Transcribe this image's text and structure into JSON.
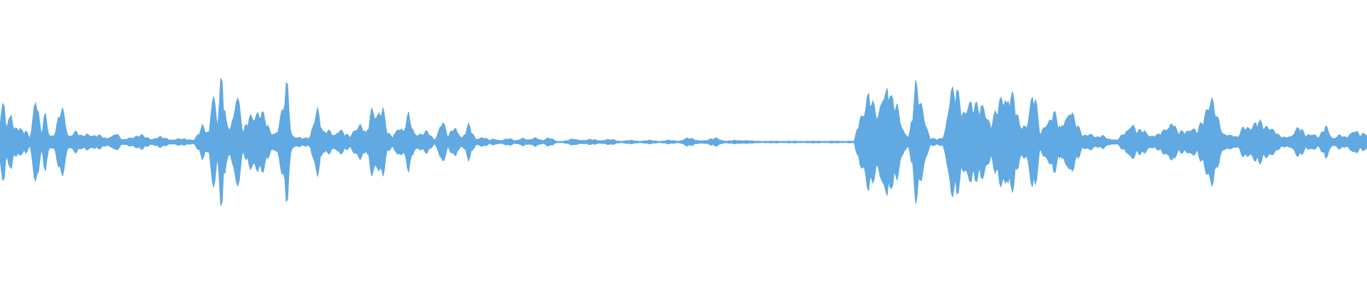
{
  "chart_data": {
    "type": "area",
    "title": "",
    "xlabel": "",
    "ylabel": "",
    "grid": false,
    "legend": "none",
    "x_range": [
      0,
      1
    ],
    "y_range": [
      -1,
      1
    ],
    "series": [
      {
        "color": "#60a9e2",
        "envelope": [
          [
            0.0,
            0.3
          ],
          [
            0.003,
            0.45
          ],
          [
            0.005,
            0.2
          ],
          [
            0.008,
            0.52
          ],
          [
            0.01,
            0.15
          ],
          [
            0.013,
            0.18
          ],
          [
            0.016,
            0.12
          ],
          [
            0.019,
            0.15
          ],
          [
            0.022,
            0.06
          ],
          [
            0.026,
            0.6
          ],
          [
            0.03,
            0.08
          ],
          [
            0.033,
            0.36
          ],
          [
            0.036,
            0.1
          ],
          [
            0.04,
            0.1
          ],
          [
            0.045,
            0.42
          ],
          [
            0.05,
            0.08
          ],
          [
            0.055,
            0.14
          ],
          [
            0.06,
            0.06
          ],
          [
            0.063,
            0.1
          ],
          [
            0.066,
            0.1
          ],
          [
            0.072,
            0.08
          ],
          [
            0.078,
            0.04
          ],
          [
            0.084,
            0.12
          ],
          [
            0.09,
            0.02
          ],
          [
            0.095,
            0.06
          ],
          [
            0.103,
            0.08
          ],
          [
            0.11,
            0.04
          ],
          [
            0.117,
            0.06
          ],
          [
            0.124,
            0.03
          ],
          [
            0.13,
            0.04
          ],
          [
            0.137,
            0.03
          ],
          [
            0.142,
            0.03
          ],
          [
            0.148,
            0.18
          ],
          [
            0.153,
            0.1
          ],
          [
            0.156,
            0.88
          ],
          [
            0.159,
            0.2
          ],
          [
            0.162,
            0.78
          ],
          [
            0.166,
            0.16
          ],
          [
            0.169,
            0.22
          ],
          [
            0.173,
            0.68
          ],
          [
            0.178,
            0.1
          ],
          [
            0.183,
            0.35
          ],
          [
            0.188,
            0.4
          ],
          [
            0.193,
            0.3
          ],
          [
            0.198,
            0.12
          ],
          [
            0.203,
            0.15
          ],
          [
            0.207,
            0.4
          ],
          [
            0.21,
            0.7
          ],
          [
            0.213,
            0.1
          ],
          [
            0.218,
            0.06
          ],
          [
            0.223,
            0.04
          ],
          [
            0.227,
            0.06
          ],
          [
            0.232,
            0.52
          ],
          [
            0.236,
            0.1
          ],
          [
            0.24,
            0.14
          ],
          [
            0.244,
            0.1
          ],
          [
            0.248,
            0.16
          ],
          [
            0.252,
            0.1
          ],
          [
            0.256,
            0.06
          ],
          [
            0.26,
            0.2
          ],
          [
            0.264,
            0.22
          ],
          [
            0.268,
            0.08
          ],
          [
            0.272,
            0.42
          ],
          [
            0.276,
            0.42
          ],
          [
            0.28,
            0.4
          ],
          [
            0.283,
            0.12
          ],
          [
            0.287,
            0.06
          ],
          [
            0.291,
            0.22
          ],
          [
            0.295,
            0.12
          ],
          [
            0.299,
            0.32
          ],
          [
            0.303,
            0.12
          ],
          [
            0.308,
            0.1
          ],
          [
            0.313,
            0.12
          ],
          [
            0.318,
            0.02
          ],
          [
            0.323,
            0.28
          ],
          [
            0.328,
            0.06
          ],
          [
            0.333,
            0.22
          ],
          [
            0.338,
            0.04
          ],
          [
            0.343,
            0.2
          ],
          [
            0.348,
            0.04
          ],
          [
            0.353,
            0.06
          ],
          [
            0.358,
            0.02
          ],
          [
            0.362,
            0.04
          ],
          [
            0.367,
            0.02
          ],
          [
            0.372,
            0.04
          ],
          [
            0.377,
            0.02
          ],
          [
            0.382,
            0.05
          ],
          [
            0.387,
            0.02
          ],
          [
            0.392,
            0.06
          ],
          [
            0.397,
            0.02
          ],
          [
            0.402,
            0.05
          ],
          [
            0.407,
            0.01
          ],
          [
            0.413,
            0.01
          ],
          [
            0.42,
            0.04
          ],
          [
            0.427,
            0.02
          ],
          [
            0.433,
            0.03
          ],
          [
            0.44,
            0.02
          ],
          [
            0.447,
            0.03
          ],
          [
            0.454,
            0.01
          ],
          [
            0.461,
            0.02
          ],
          [
            0.468,
            0.01
          ],
          [
            0.475,
            0.02
          ],
          [
            0.482,
            0.01
          ],
          [
            0.489,
            0.02
          ],
          [
            0.496,
            0.01
          ],
          [
            0.503,
            0.05
          ],
          [
            0.51,
            0.02
          ],
          [
            0.517,
            0.02
          ],
          [
            0.524,
            0.05
          ],
          [
            0.531,
            0.01
          ],
          [
            0.538,
            0.02
          ],
          [
            0.545,
            0.02
          ],
          [
            0.552,
            0.01
          ],
          [
            0.559,
            0.01
          ],
          [
            0.566,
            0.01
          ],
          [
            0.575,
            0.01
          ],
          [
            0.585,
            0.01
          ],
          [
            0.595,
            0.01
          ],
          [
            0.605,
            0.01
          ],
          [
            0.615,
            0.01
          ],
          [
            0.625,
            0.01
          ],
          [
            0.629,
            0.3
          ],
          [
            0.632,
            0.45
          ],
          [
            0.635,
            0.65
          ],
          [
            0.639,
            0.4
          ],
          [
            0.643,
            0.3
          ],
          [
            0.646,
            0.75
          ],
          [
            0.649,
            0.8
          ],
          [
            0.652,
            0.5
          ],
          [
            0.656,
            0.42
          ],
          [
            0.66,
            0.2
          ],
          [
            0.665,
            0.05
          ],
          [
            0.67,
            0.65
          ],
          [
            0.675,
            0.45
          ],
          [
            0.68,
            0.05
          ],
          [
            0.685,
            0.03
          ],
          [
            0.69,
            0.05
          ],
          [
            0.695,
            0.6
          ],
          [
            0.7,
            0.58
          ],
          [
            0.704,
            0.4
          ],
          [
            0.708,
            0.55
          ],
          [
            0.712,
            0.42
          ],
          [
            0.716,
            0.4
          ],
          [
            0.72,
            0.5
          ],
          [
            0.725,
            0.2
          ],
          [
            0.731,
            0.45
          ],
          [
            0.736,
            0.7
          ],
          [
            0.741,
            0.55
          ],
          [
            0.746,
            0.18
          ],
          [
            0.751,
            0.25
          ],
          [
            0.756,
            0.65
          ],
          [
            0.761,
            0.08
          ],
          [
            0.766,
            0.3
          ],
          [
            0.771,
            0.35
          ],
          [
            0.776,
            0.15
          ],
          [
            0.782,
            0.48
          ],
          [
            0.787,
            0.22
          ],
          [
            0.792,
            0.08
          ],
          [
            0.797,
            0.12
          ],
          [
            0.802,
            0.05
          ],
          [
            0.807,
            0.08
          ],
          [
            0.812,
            0.04
          ],
          [
            0.817,
            0.02
          ],
          [
            0.822,
            0.1
          ],
          [
            0.827,
            0.25
          ],
          [
            0.832,
            0.12
          ],
          [
            0.837,
            0.15
          ],
          [
            0.842,
            0.08
          ],
          [
            0.847,
            0.08
          ],
          [
            0.852,
            0.15
          ],
          [
            0.857,
            0.3
          ],
          [
            0.861,
            0.12
          ],
          [
            0.866,
            0.12
          ],
          [
            0.871,
            0.2
          ],
          [
            0.876,
            0.12
          ],
          [
            0.881,
            0.3
          ],
          [
            0.886,
            0.7
          ],
          [
            0.89,
            0.3
          ],
          [
            0.895,
            0.08
          ],
          [
            0.9,
            0.12
          ],
          [
            0.905,
            0.05
          ],
          [
            0.91,
            0.18
          ],
          [
            0.915,
            0.22
          ],
          [
            0.92,
            0.25
          ],
          [
            0.925,
            0.18
          ],
          [
            0.93,
            0.22
          ],
          [
            0.935,
            0.08
          ],
          [
            0.94,
            0.05
          ],
          [
            0.945,
            0.1
          ],
          [
            0.95,
            0.18
          ],
          [
            0.955,
            0.08
          ],
          [
            0.96,
            0.12
          ],
          [
            0.965,
            0.05
          ],
          [
            0.97,
            0.2
          ],
          [
            0.975,
            0.05
          ],
          [
            0.98,
            0.08
          ],
          [
            0.985,
            0.05
          ],
          [
            0.99,
            0.18
          ],
          [
            0.995,
            0.08
          ],
          [
            1.0,
            0.1
          ]
        ]
      }
    ]
  }
}
